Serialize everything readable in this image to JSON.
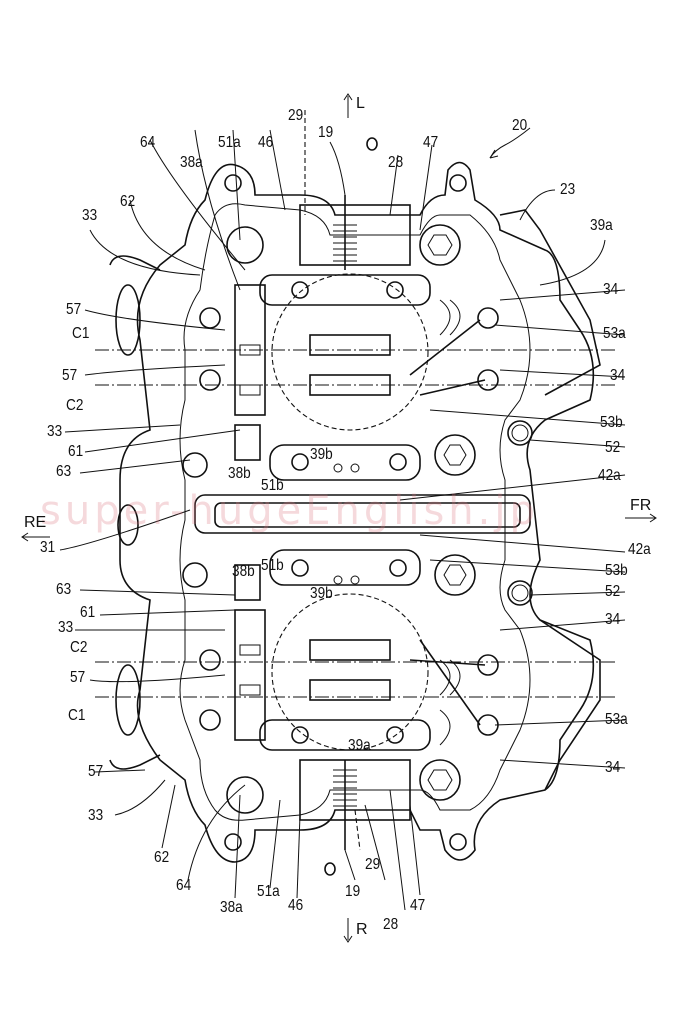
{
  "figure": {
    "reference_number": "20",
    "watermark": "super-hugeEnglish.jp",
    "directions": {
      "left": "L",
      "right": "R",
      "front": "FR",
      "rear": "RE"
    },
    "labels": {
      "top": [
        "64",
        "38a",
        "51a",
        "46",
        "29",
        "19",
        "28",
        "47",
        "23",
        "39a",
        "62",
        "33"
      ],
      "upper_left": [
        "57",
        "C1",
        "57",
        "C2",
        "33",
        "61",
        "63",
        "38b",
        "51b",
        "39b"
      ],
      "upper_right": [
        "34",
        "53a",
        "34",
        "53b",
        "52",
        "42a"
      ],
      "center": [
        "31",
        "42a"
      ],
      "lower_left": [
        "63",
        "61",
        "33",
        "C2",
        "57",
        "C1",
        "57",
        "38b",
        "51b",
        "39b"
      ],
      "lower_right": [
        "53b",
        "52",
        "34",
        "53a",
        "34",
        "39a"
      ],
      "bottom": [
        "33",
        "62",
        "64",
        "38a",
        "51a",
        "46",
        "19",
        "29",
        "28",
        "47"
      ]
    },
    "plug_marker": "O"
  }
}
